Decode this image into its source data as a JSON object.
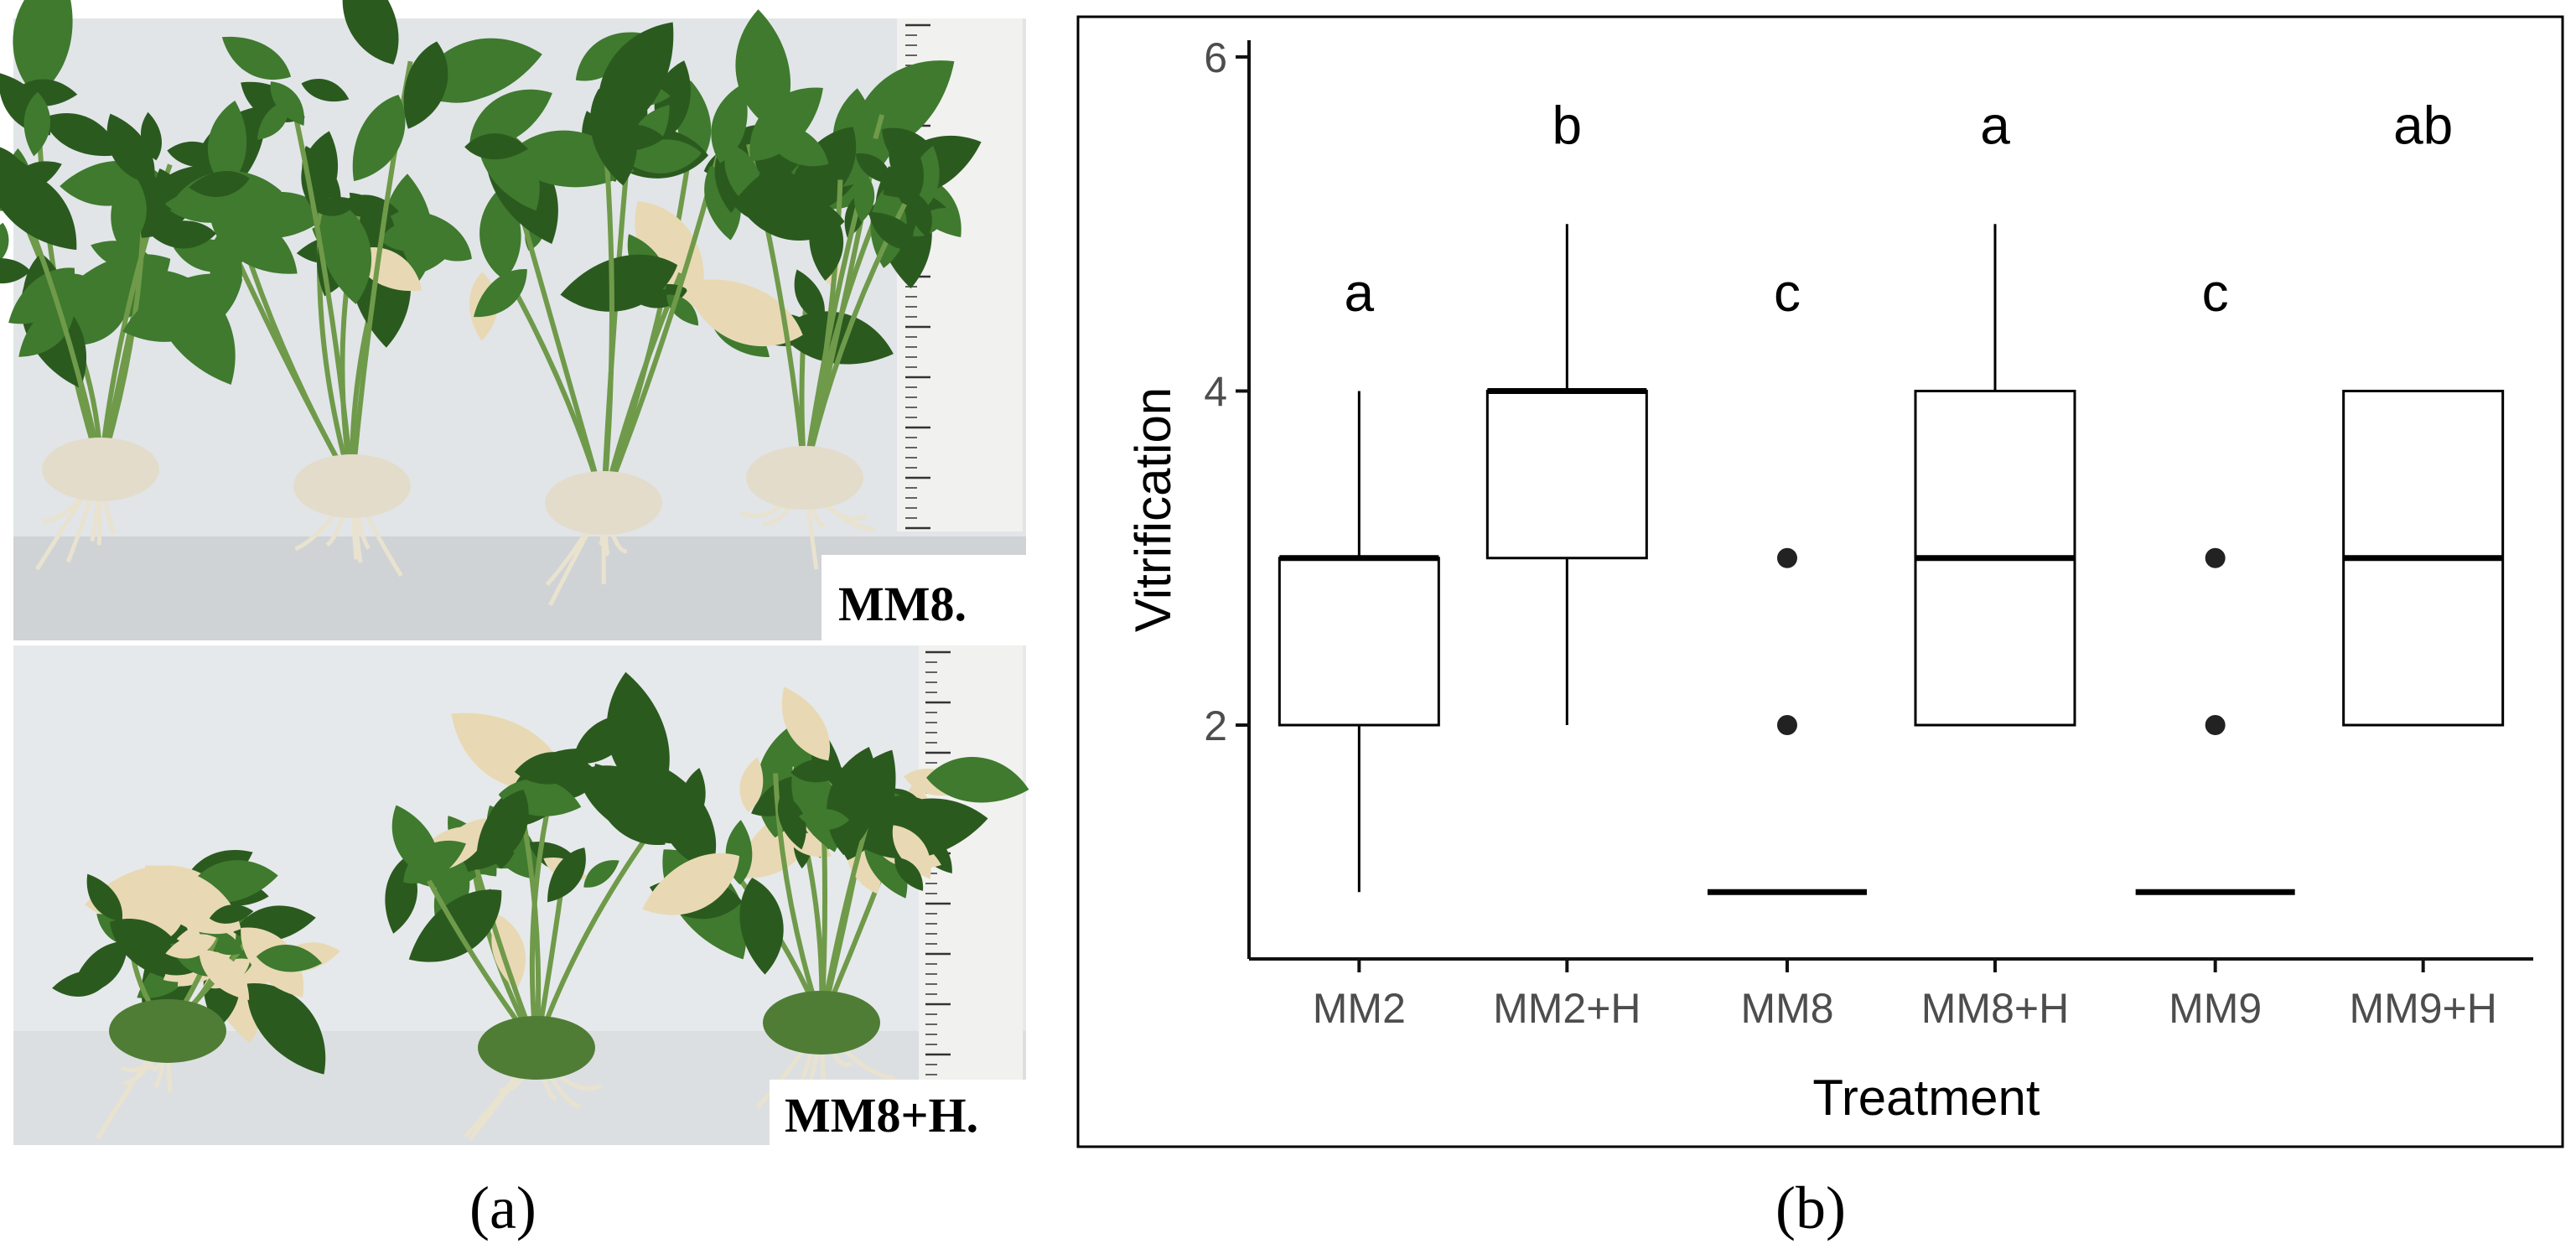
{
  "panel_a": {
    "caption": "(a)",
    "top_label": "MM8.",
    "bottom_label": "MM8+H."
  },
  "panel_b": {
    "caption": "(b)"
  },
  "chart_data": {
    "type": "box",
    "xlabel": "Treatment",
    "ylabel": "Vitrification",
    "ylim": [
      0.6,
      6.1
    ],
    "yticks": [
      2,
      4,
      6
    ],
    "grid": false,
    "categories": [
      "MM2",
      "MM2+H",
      "MM8",
      "MM8+H",
      "MM9",
      "MM9+H"
    ],
    "boxes": [
      {
        "category": "MM2",
        "min": 1,
        "q1": 2,
        "median": 3,
        "q3": 3,
        "max": 4,
        "outliers": [],
        "letter": "a",
        "letter_y": 4.6
      },
      {
        "category": "MM2+H",
        "min": 2,
        "q1": 3,
        "median": 4,
        "q3": 4,
        "max": 5,
        "outliers": [],
        "letter": "b",
        "letter_y": 5.6
      },
      {
        "category": "MM8",
        "min": 1,
        "q1": 1,
        "median": 1,
        "q3": 1,
        "max": 1,
        "outliers": [
          2,
          3
        ],
        "letter": "c",
        "letter_y": 4.6
      },
      {
        "category": "MM8+H",
        "min": 2,
        "q1": 2,
        "median": 3,
        "q3": 4,
        "max": 5,
        "outliers": [],
        "letter": "a",
        "letter_y": 5.6
      },
      {
        "category": "MM9",
        "min": 1,
        "q1": 1,
        "median": 1,
        "q3": 1,
        "max": 1,
        "outliers": [
          2,
          3
        ],
        "letter": "c",
        "letter_y": 4.6
      },
      {
        "category": "MM9+H",
        "min": 2,
        "q1": 2,
        "median": 3,
        "q3": 4,
        "max": 4,
        "outliers": [],
        "letter": "ab",
        "letter_y": 5.6
      }
    ]
  },
  "colors": {
    "axis": "#111111",
    "tick_text": "#4d4d4d",
    "photo_background": "#dfe3e6",
    "ruler": "#f3f3f3",
    "leaf_green": "#3f7a2e",
    "leaf_dark": "#2b5a1f",
    "leaf_pale": "#e8d9b4",
    "root": "#e9e2cf"
  }
}
